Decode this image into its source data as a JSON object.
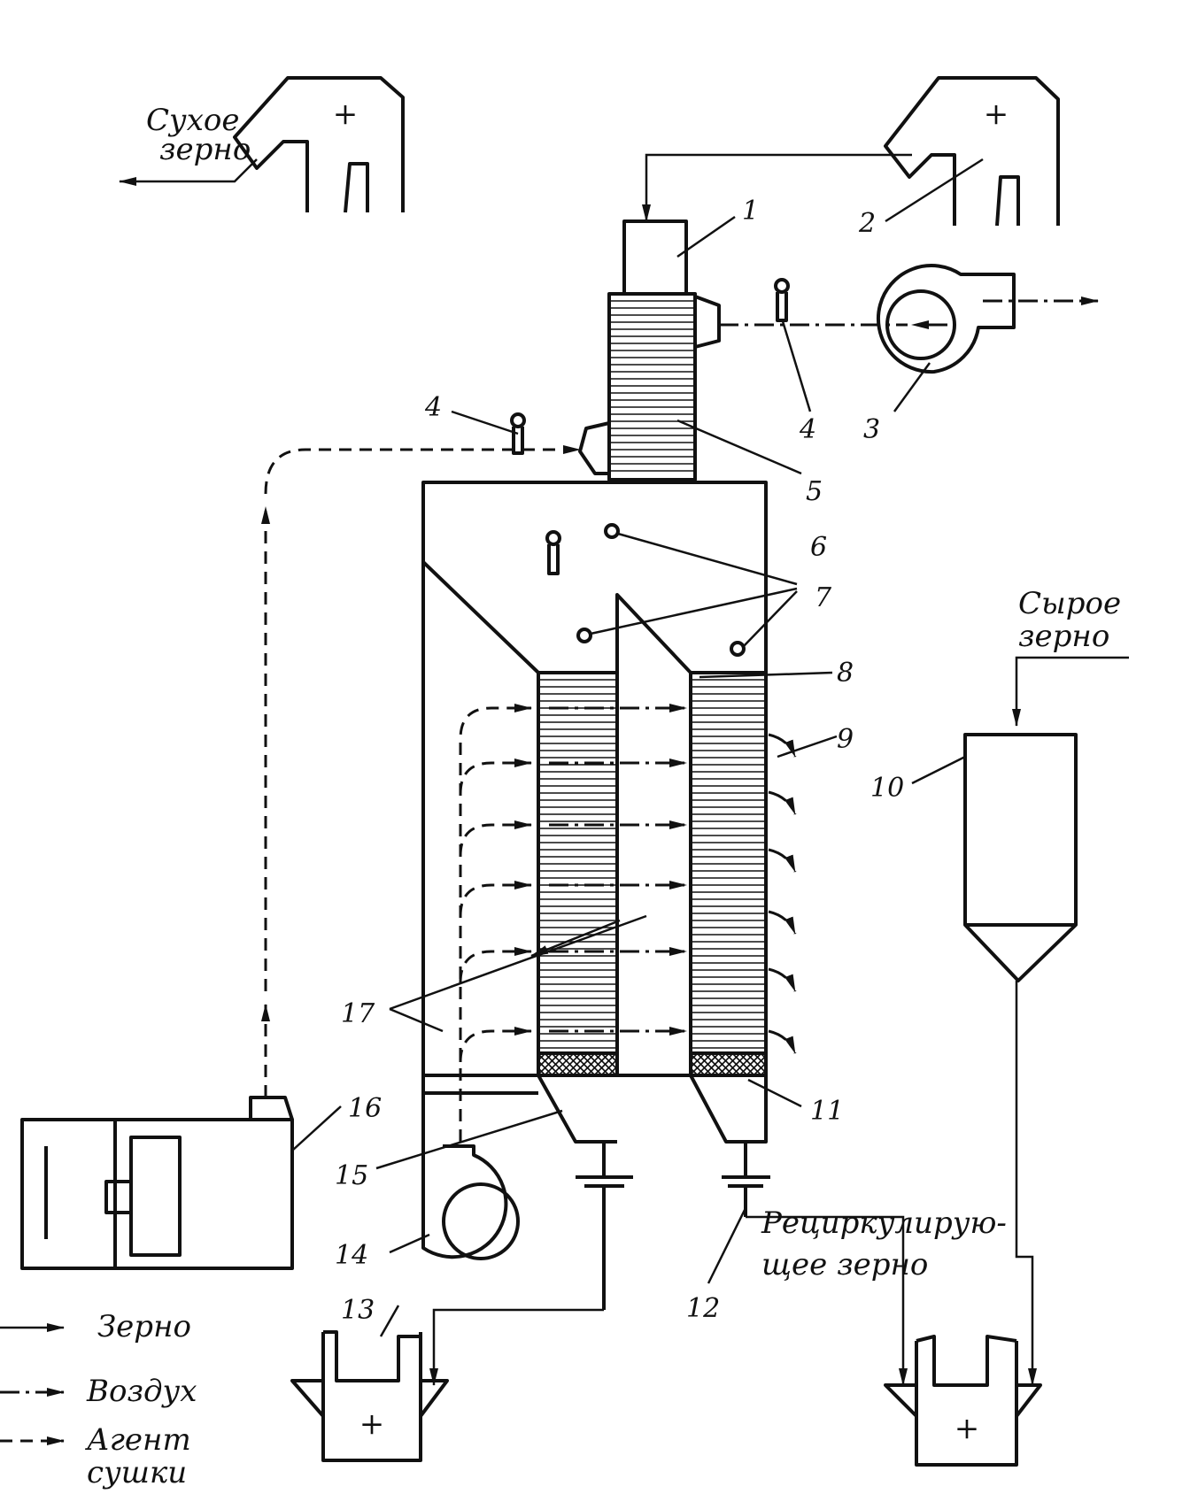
{
  "labels": {
    "dry_grain": [
      "Сухое",
      "зерно"
    ],
    "raw_grain": [
      "Сырое",
      "зерно"
    ],
    "recirculating_grain": [
      "Рециркулирую-",
      "щее зерно"
    ]
  },
  "legend": {
    "grain": "Зерно",
    "air": "Воздух",
    "agent": [
      "Агент",
      "сушки"
    ]
  },
  "numbers": {
    "n1": "1",
    "n2": "2",
    "n3": "3",
    "n4a": "4",
    "n4b": "4",
    "n5": "5",
    "n6": "6",
    "n7": "7",
    "n8": "8",
    "n9": "9",
    "n10": "10",
    "n11": "11",
    "n12": "12",
    "n13": "13",
    "n14": "14",
    "n15": "15",
    "n16": "16",
    "n17": "17"
  }
}
